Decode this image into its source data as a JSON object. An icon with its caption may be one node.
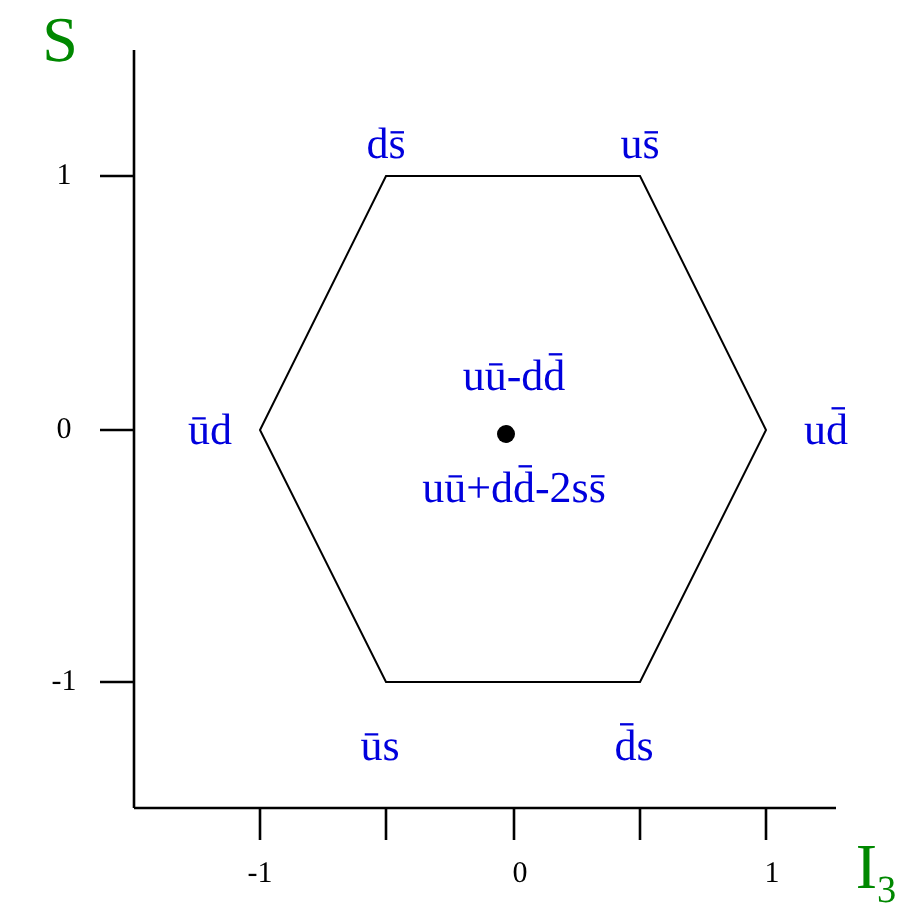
{
  "diagram": {
    "labels": [
      "S",
      "ds̄",
      "us̄",
      "1",
      "ūd",
      "uū-dd̄",
      "ud̄",
      "0",
      "uū+dd̄-2ss̄",
      "-1",
      "ūs",
      "d̄s",
      "-1",
      "0",
      "1",
      "I$_{3}$"
    ]
  }
}
